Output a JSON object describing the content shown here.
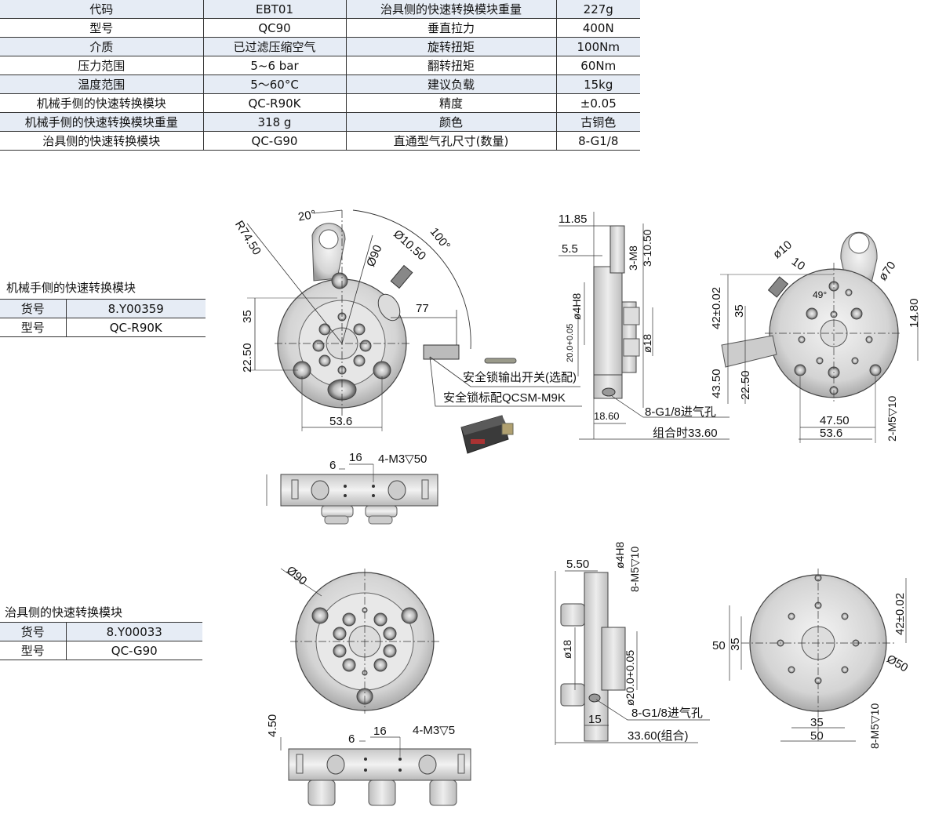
{
  "spec_table": {
    "rows": [
      [
        "代码",
        "EBT01",
        "治具侧的快速转换模块重量",
        "227g"
      ],
      [
        "型号",
        "QC90",
        "垂直拉力",
        "400N"
      ],
      [
        "介质",
        "已过滤压缩空气",
        "旋转扭矩",
        "100Nm"
      ],
      [
        "压力范围",
        "5~6 bar",
        "翻转扭矩",
        "60Nm"
      ],
      [
        "温度范围",
        "5～60°C",
        "建议负载",
        "15kg"
      ],
      [
        "机械手侧的快速转换模块",
        "QC-R90K",
        "精度",
        "±0.05"
      ],
      [
        "机械手侧的快速转换模块重量",
        "318 g",
        "颜色",
        "古铜色"
      ],
      [
        "治具侧的快速转换模块",
        "QC-G90",
        "直通型气孔尺寸(数量)",
        "8-G1/8"
      ]
    ]
  },
  "robot_module": {
    "title": "机械手侧的快速转换模块",
    "rows": [
      [
        "货号",
        "8.Y00359"
      ],
      [
        "型号",
        "QC-R90K"
      ]
    ]
  },
  "tool_module": {
    "title": "治具侧的快速转换模块",
    "rows": [
      [
        "货号",
        "8.Y00033"
      ],
      [
        "型号",
        "QC-G90"
      ]
    ]
  },
  "drawing_labels": {
    "robot_front": {
      "r": "R74.50",
      "angle20": "20°",
      "d90": "Ø90",
      "d1050": "Ø10.50",
      "angle100": "100°",
      "d77": "77",
      "d35": "35",
      "d2250": "22.50",
      "d536": "53.6",
      "switch_note": "安全锁输出开关(选配)",
      "sensor_note": "安全锁标配QCSM-M9K"
    },
    "robot_side": {
      "d1185": "11.85",
      "d55": "5.5",
      "m8": "3-M8",
      "d1050": "3-10.50",
      "d4h8": "ø4H8",
      "d20": "20.0+0.05",
      "d18": "ø18",
      "d1860": "18.60",
      "port": "8-G1/8进气孔",
      "combined": "组合时33.60"
    },
    "robot_back": {
      "d10": "ø10",
      "d10b": "10",
      "d70": "ø70",
      "angle49": "49°",
      "d42": "42±0.02",
      "d35": "35",
      "d4350": "43.50",
      "d2250": "22.50",
      "d1480": "14.80",
      "d4750": "47.50",
      "d536": "53.6",
      "m5": "2-M5▽10"
    },
    "robot_bottom": {
      "d6": "6",
      "d16": "16",
      "m3": "4-M3▽50"
    },
    "tool_front": {
      "d90": "Ø90"
    },
    "tool_side": {
      "d550": "5.50",
      "d4h8": "ø4H8",
      "m5": "8-M5▽10",
      "d18": "ø18",
      "d20": "ø20.0+0.05",
      "port": "8-G1/8进气孔",
      "d15": "15",
      "combined": "33.60(组合)"
    },
    "tool_back": {
      "d50": "50",
      "d35": "35",
      "d42": "42±0.02",
      "d50d": "Ø50",
      "d35b": "35",
      "d50b": "50",
      "m5": "8-M5▽10"
    },
    "tool_bottom": {
      "d450": "4.50",
      "d6": "6",
      "d16": "16",
      "m3": "4-M3▽5"
    }
  }
}
